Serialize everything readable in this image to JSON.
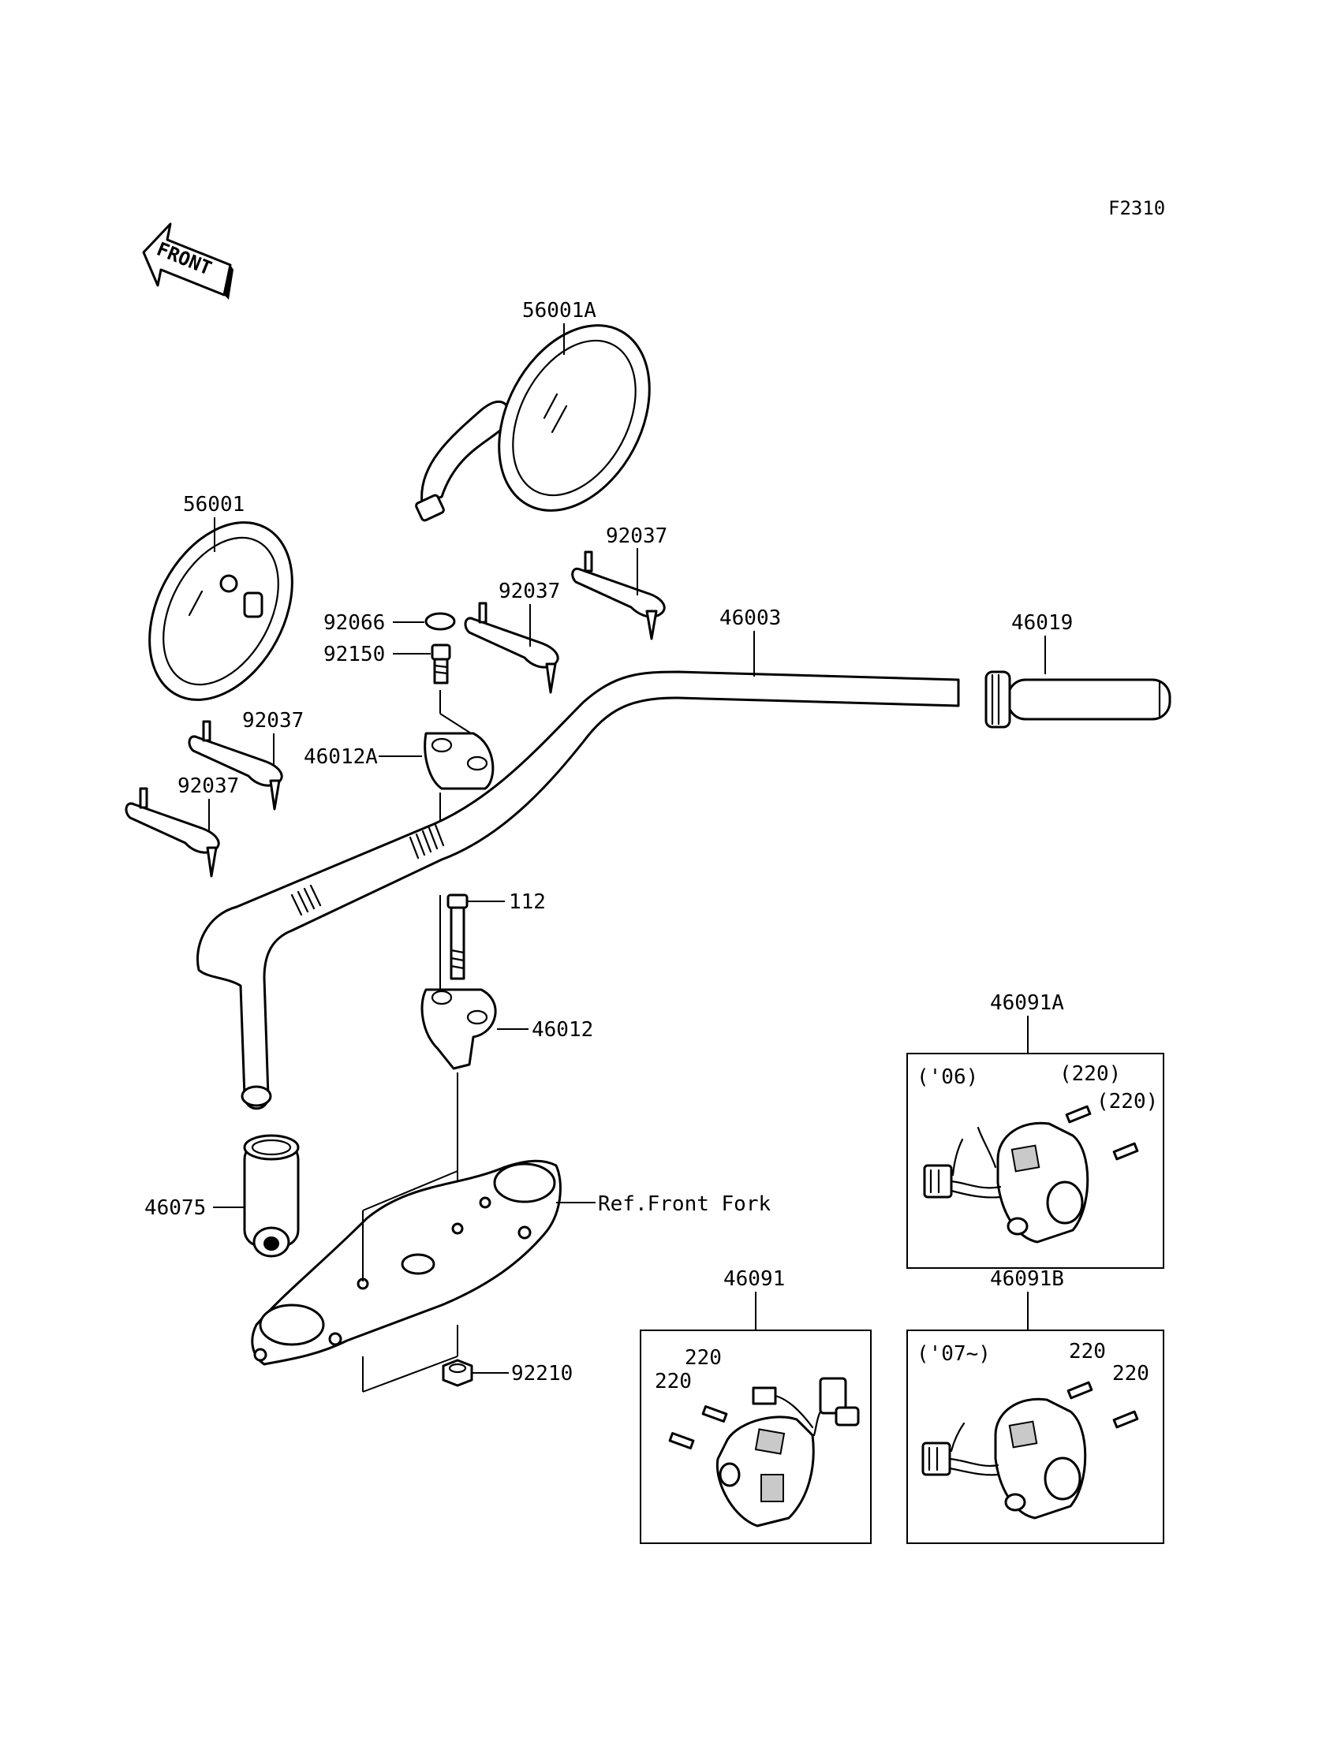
{
  "figure_code": "F2310",
  "front_arrow_label": "FRONT",
  "callouts": {
    "mirror_right": "56001A",
    "mirror_left": "56001",
    "strap_upper_right": "92037",
    "strap_upper_mid": "92037",
    "strap_left_upper": "92037",
    "strap_left_lower": "92037",
    "cap": "92066",
    "mirror_bolt": "92150",
    "handlebar": "46003",
    "throttle_grip": "46019",
    "upper_holder": "46012A",
    "bolt": "112",
    "lower_holder": "46012",
    "left_grip": "46075",
    "front_fork_ref": "Ref.Front Fork",
    "nut": "92210"
  },
  "switch_boxes": [
    {
      "part": "46091A",
      "note": "('06)",
      "screw_labels": [
        "(220)",
        "(220)"
      ]
    },
    {
      "part": "46091",
      "note": "",
      "screw_labels": [
        "220",
        "220"
      ]
    },
    {
      "part": "46091B",
      "note": "('07~)",
      "screw_labels": [
        "220",
        "220"
      ]
    }
  ]
}
